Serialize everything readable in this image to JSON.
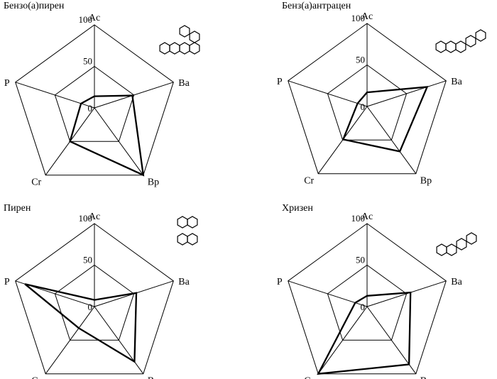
{
  "chart_data": [
    {
      "type": "radar",
      "title": "Бензо(а)пирен",
      "axes": [
        "Ac",
        "Ba",
        "Bp",
        "Cr",
        "P"
      ],
      "rlim": [
        0,
        100
      ],
      "ticks": [
        "0",
        "50",
        "100"
      ],
      "series": [
        {
          "values": [
            14,
            48,
            100,
            50,
            17
          ]
        }
      ],
      "molecule_icon": "benzo-a-pyrene-structure"
    },
    {
      "type": "radar",
      "title": "Бенз(а)антрацен",
      "axes": [
        "Ac",
        "Ba",
        "Bp",
        "Cr",
        "P"
      ],
      "rlim": [
        0,
        100
      ],
      "ticks": [
        "0",
        "50",
        "100"
      ],
      "series": [
        {
          "values": [
            17,
            76,
            67,
            49,
            12
          ]
        }
      ],
      "molecule_icon": "benz-a-anthracene-structure"
    },
    {
      "type": "radar",
      "title": "Пирен",
      "axes": [
        "Ac",
        "Ba",
        "Bp",
        "Cr",
        "P"
      ],
      "rlim": [
        0,
        100
      ],
      "ticks": [
        "0",
        "50",
        "100"
      ],
      "series": [
        {
          "values": [
            8,
            53,
            82,
            32,
            88
          ]
        }
      ],
      "molecule_icon": "pyrene-structure"
    },
    {
      "type": "radar",
      "title": "Хризен",
      "axes": [
        "Ac",
        "Ba",
        "Bp",
        "Cr",
        "P"
      ],
      "rlim": [
        0,
        100
      ],
      "ticks": [
        "0",
        "50",
        "100"
      ],
      "series": [
        {
          "values": [
            13,
            55,
            86,
            100,
            15
          ]
        }
      ],
      "molecule_icon": "chrysene-structure"
    }
  ]
}
